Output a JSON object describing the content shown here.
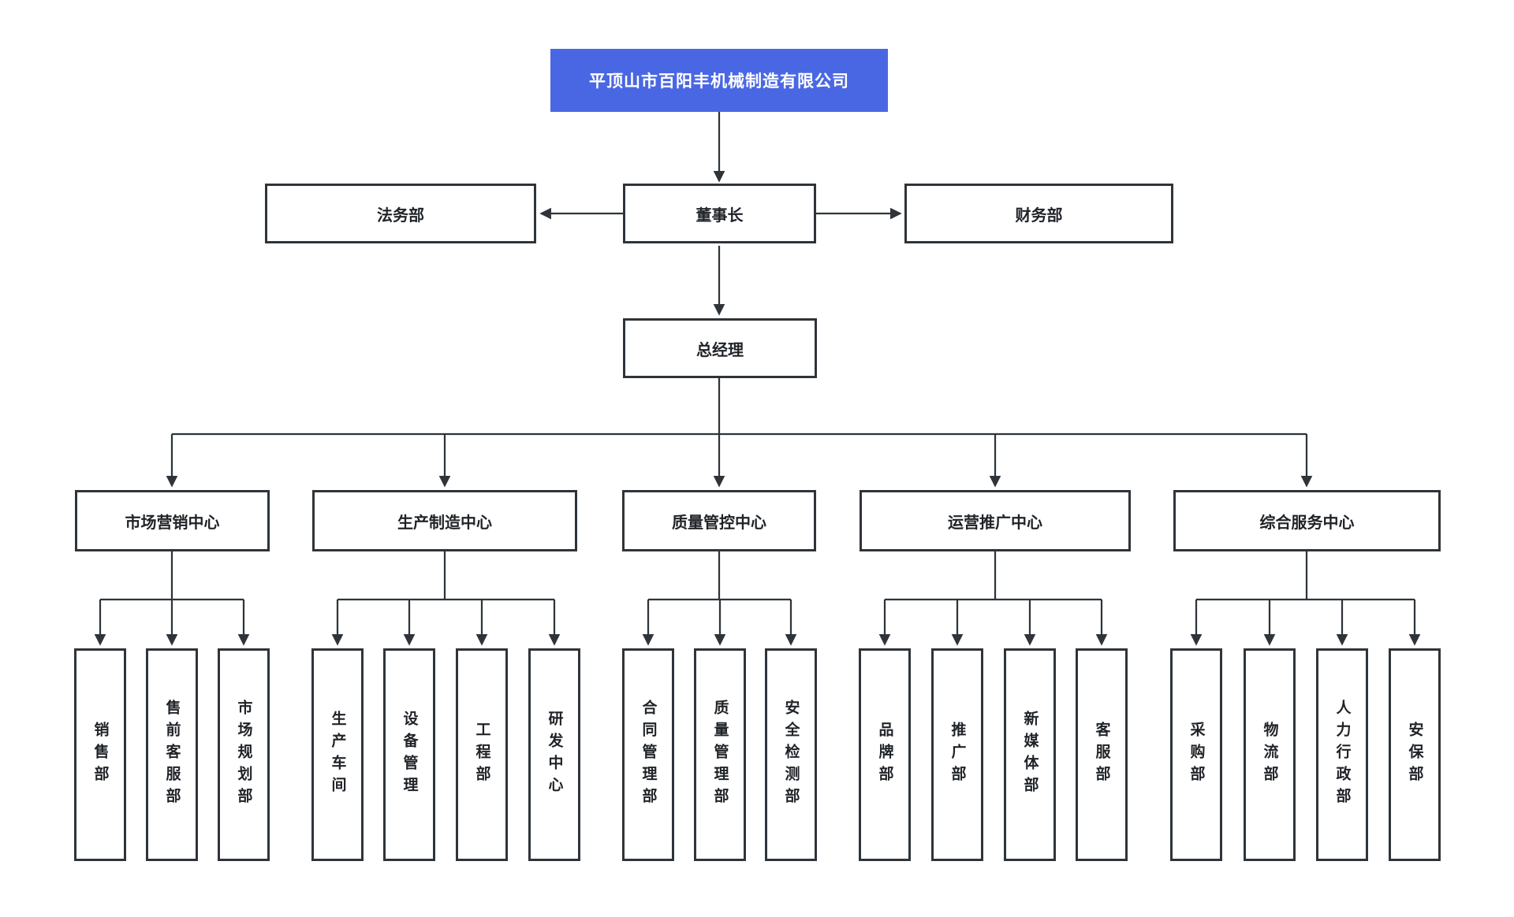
{
  "org": {
    "company": "平顶山市百阳丰机械制造有限公司",
    "legal": "法务部",
    "chairman": "董事长",
    "finance": "财务部",
    "general_manager": "总经理",
    "centers": [
      {
        "label": "市场营销中心",
        "departments": [
          "销售部",
          "售前客服部",
          "市场规划部"
        ]
      },
      {
        "label": "生产制造中心",
        "departments": [
          "生产车间",
          "设备管理",
          "工程部",
          "研发中心"
        ]
      },
      {
        "label": "质量管控中心",
        "departments": [
          "合同管理部",
          "质量管理部",
          "安全检测部"
        ]
      },
      {
        "label": "运营推广中心",
        "departments": [
          "品牌部",
          "推广部",
          "新媒体部",
          "客服部"
        ]
      },
      {
        "label": "综合服务中心",
        "departments": [
          "采购部",
          "物流部",
          "人力行政部",
          "安保部"
        ]
      }
    ]
  },
  "colors": {
    "root_fill": "#4a67e3",
    "root_text": "#ffffff",
    "node_border": "#2e343a",
    "node_text": "#1f2328",
    "connector": "#2e343a",
    "background": "#ffffff"
  }
}
